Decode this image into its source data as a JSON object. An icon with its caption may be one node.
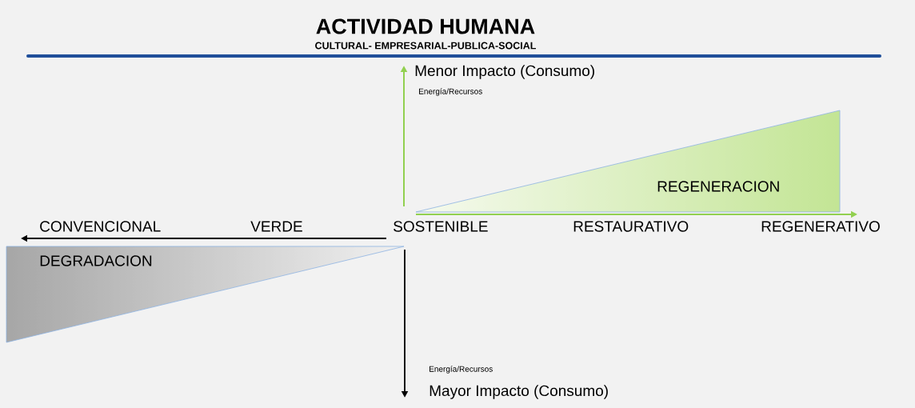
{
  "diagram": {
    "title": "ACTIVIDAD HUMANA",
    "nodes": [
      {
        "text": [
          "DEGRADACION"
        ]
      },
      {
        "text": [
          "REGENERACION"
        ]
      }
    ],
    "labels": [
      "CULTURAL- EMPRESARIAL-PUBLICA-SOCIAL",
      "Menor Impacto (Consumo)",
      "Energía/Recursos",
      "CONVENCIONAL",
      "VERDE",
      "SOSTENIBLE",
      "RESTAURATIVO",
      "REGENERATIVO",
      "Energía/Recursos",
      "Mayor Impacto (Consumo)"
    ]
  }
}
